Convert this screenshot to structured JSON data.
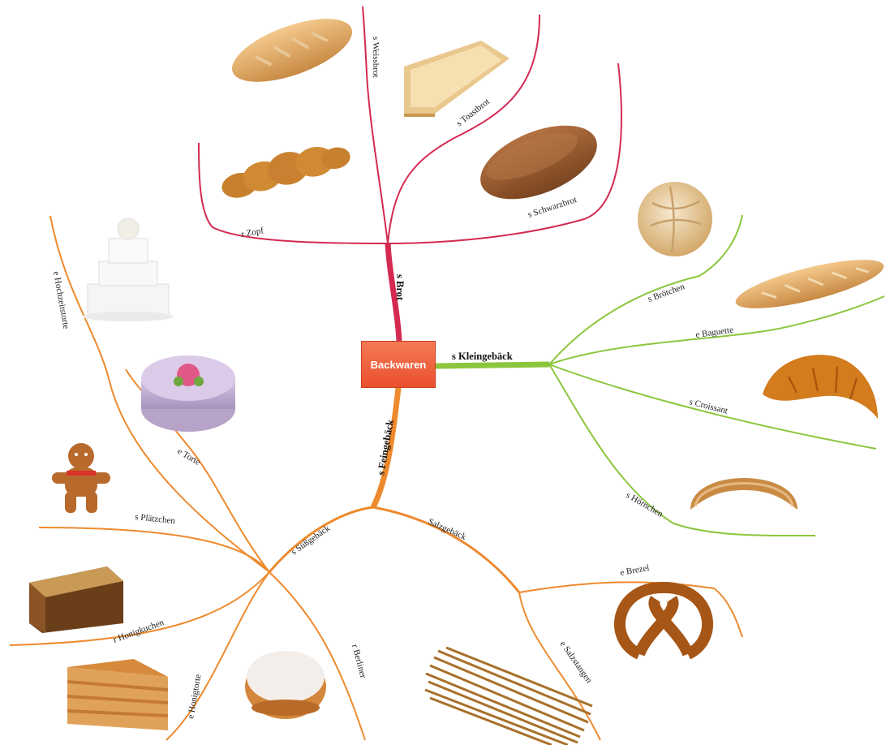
{
  "center": {
    "label": "Backwaren"
  },
  "colors": {
    "brot": "#d42a52",
    "kleingebaeck": "#8cc63e",
    "feingebaeck": "#ee8a2e",
    "center_fill": "#ee5a36"
  },
  "branches": {
    "brot": {
      "label": "s Brot",
      "items": {
        "zopf": "r Zopf",
        "weissbrot": "s Weissbrot",
        "toastbrot": "s Toastbrot",
        "schwarzbrot": "s Schwarzbrot"
      }
    },
    "kleingebaeck": {
      "label": "s Kleingebäck",
      "items": {
        "broetchen": "s Brötchen",
        "baguette": "e Baguette",
        "croissant": "s Croissant",
        "hoernchen": "s Hörnchen"
      }
    },
    "feingebaeck": {
      "label": "s Feingebäck",
      "suessgebaeck": {
        "label": "s Süßgebäck",
        "items": {
          "hochzeitstorte": "e Hochzeitstorte",
          "torte": "e Torte",
          "plaetzchen": "s Plätzchen",
          "honigkuchen": "r Honigkuchen",
          "honigtorte": "e Honigtorte",
          "berliner": "r Berliner"
        }
      },
      "salzgebaeck": {
        "label": "Salzgebäck",
        "items": {
          "brezel": "e Brezel",
          "salzstangen": "e Salzstangen"
        }
      }
    }
  },
  "illustrations": [
    "weissbrot",
    "toastbrot",
    "zopf",
    "schwarzbrot",
    "broetchen",
    "baguette",
    "croissant",
    "hoernchen",
    "hochzeitstorte",
    "torte",
    "lebkuchenmann",
    "honigkuchen",
    "honigtorte",
    "berliner",
    "brezel",
    "salzstangen"
  ]
}
